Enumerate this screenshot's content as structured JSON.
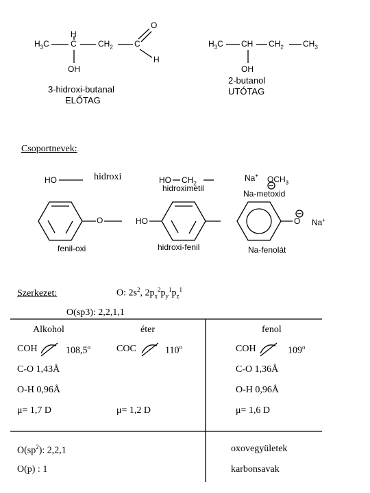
{
  "molecules": {
    "hydroxybutanal": {
      "atoms": {
        "h3c": "H3C",
        "ch_h": "H",
        "ch_c": "C",
        "ch2": "CH2",
        "c": "C",
        "o": "O",
        "h": "H",
        "oh": "OH"
      },
      "name": "3-hidroxi-butanal",
      "tag": "ELŐTAG"
    },
    "butanol": {
      "atoms": {
        "h3c": "H3C",
        "ch": "CH",
        "ch2": "CH2",
        "ch3": "CH3",
        "oh": "OH"
      },
      "name": "2-butanol",
      "tag": "UTÓTAG"
    }
  },
  "groups": {
    "title": "Csoportnevek:",
    "hydroxy": {
      "atom": "HO",
      "name": "hidroxi"
    },
    "hydroxymethyl": {
      "atoms": "HO  CH2",
      "name": "hidroximetil"
    },
    "methoxide": {
      "na": "Na+",
      "och3": "OCH3",
      "minus": "−",
      "name": "Na-metoxid"
    },
    "phenoxy": {
      "o": "O",
      "name": "fenil-oxi"
    },
    "hydroxyphenyl": {
      "ho": "HO",
      "name": "hidroxi-fenil"
    },
    "phenolate": {
      "o": "O",
      "minus": "−",
      "na": "Na+",
      "name": "Na-fenolát"
    }
  },
  "structure": {
    "title": "Szerkezet:",
    "electron_config": "O: 2s2, 2px2py1pz1",
    "o_sp3": "O(sp3): 2,2,1,1",
    "columns": [
      "Alkohol",
      "éter",
      "fenol"
    ],
    "alcohol": {
      "angle_label": "COH",
      "angle": "108,5o",
      "co": "C-O  1,43Å",
      "oh": "O-H  0,96Å",
      "mu": "μ= 1,7 D"
    },
    "ether": {
      "angle_label": "COC",
      "angle": "110o",
      "mu": "μ= 1,2 D"
    },
    "phenol": {
      "angle_label": "COH",
      "angle": "109o",
      "co": "C-O  1,36Å",
      "oh": "O-H  0,96Å",
      "mu": "μ= 1,6 D"
    }
  },
  "bottom": {
    "o_sp2": "O(sp2): 2,2,1",
    "o_p": "O(p)   : 1",
    "oxo": "oxovegyületek",
    "carboxylic": "karbonsavak"
  }
}
